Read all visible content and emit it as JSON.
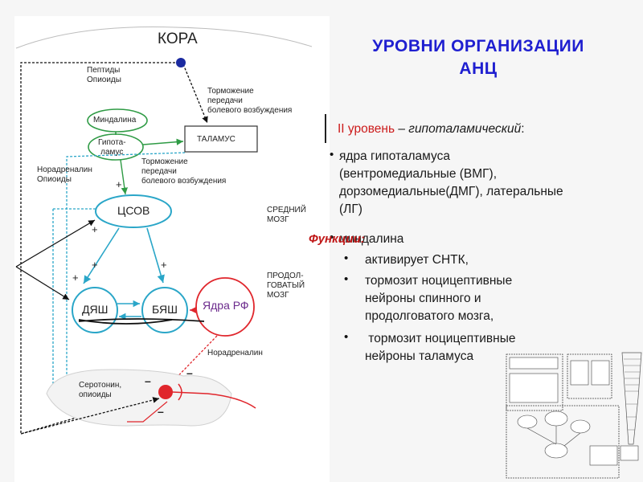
{
  "slide": {
    "title_line1": "УРОВНИ ОРГАНИЗАЦИИ",
    "title_line2": "АНЦ",
    "level_prefix": "II уровень",
    "level_dash": " – ",
    "level_name": "гипоталамический",
    "level_suffix": ":",
    "item1_line1": "ядра гипоталамуса",
    "item1_line2": "(вентромедиальные (ВМГ),",
    "item1_line3": "дорзомедиальные(ДМГ), латеральные",
    "item1_line4": "(ЛГ)",
    "item2": "миндалина",
    "overlay": "Функции:",
    "functions": [
      {
        "l1": "активирует СНТК,",
        "l2": ""
      },
      {
        "l1": "тормозит ноцицептивные",
        "l2": "нейроны спинного и",
        "l3": "продолговатого мозга,"
      },
      {
        "l1": " тормозит ноцицептивные",
        "l2": "нейроны таламуса"
      }
    ]
  },
  "diagram": {
    "kora": "КОРА",
    "peptides_l1": "Пептиды",
    "peptides_l2": "Опиоиды",
    "torm1_l1": "Торможение",
    "torm1_l2": "передачи",
    "torm1_l3": "болевого возбуждения",
    "mindalina": "Миндалина",
    "gipo_l1": "Гипота-",
    "gipo_l2": "ламус",
    "talamus": "ТАЛАМУС",
    "torm2_l1": "Торможение",
    "torm2_l2": "передачи",
    "torm2_l3": "болевого возбуждения",
    "norad_l1": "Норадреналин",
    "norad_l2": "Опиоиды",
    "tsov": "ЦСОВ",
    "sredniy_l1": "СРЕДНИЙ",
    "sredniy_l2": "МОЗГ",
    "prodol_l1": "ПРОДОЛ-",
    "prodol_l2": "ГОВАТЫЙ",
    "prodol_l3": "МОЗГ",
    "dyash": "ДЯШ",
    "byash": "БЯШ",
    "yadra_rf": "Ядра РФ",
    "noradrenalin": "Норадреналин",
    "sero_l1": "Серотонин,",
    "sero_l2": "опиоиды",
    "plus": "+",
    "minus": "–"
  },
  "colors": {
    "teal": "#2aa6c8",
    "green": "#2f9b45",
    "red": "#e0262c",
    "title_blue": "#1f1fd0"
  }
}
